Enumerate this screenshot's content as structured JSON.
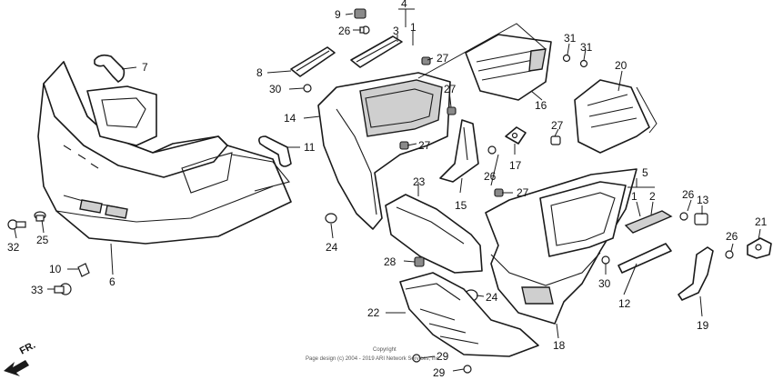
{
  "callouts": {
    "c1a": "1",
    "c1b": "1",
    "c2": "2",
    "c3": "3",
    "c4": "4",
    "c5": "5",
    "c6": "6",
    "c7": "7",
    "c8": "8",
    "c9": "9",
    "c10": "10",
    "c11": "11",
    "c12": "12",
    "c13": "13",
    "c14": "14",
    "c15": "15",
    "c16": "16",
    "c17": "17",
    "c18": "18",
    "c19": "19",
    "c20": "20",
    "c21": "21",
    "c22": "22",
    "c23": "23",
    "c24a": "24",
    "c24b": "24",
    "c25": "25",
    "c26a": "26",
    "c26b": "26",
    "c26c": "26",
    "c26d": "26",
    "c27a": "27",
    "c27b": "27",
    "c27c": "27",
    "c27d": "27",
    "c27e": "27",
    "c28": "28",
    "c29a": "29",
    "c29b": "29",
    "c30a": "30",
    "c30b": "30",
    "c31a": "31",
    "c31b": "31",
    "c32": "32",
    "c33": "33"
  },
  "direction_label": "FR.",
  "copyright": {
    "line1": "Copyright",
    "line2": "Page design (c) 2004 - 2019 ARI Network Services, Inc."
  }
}
